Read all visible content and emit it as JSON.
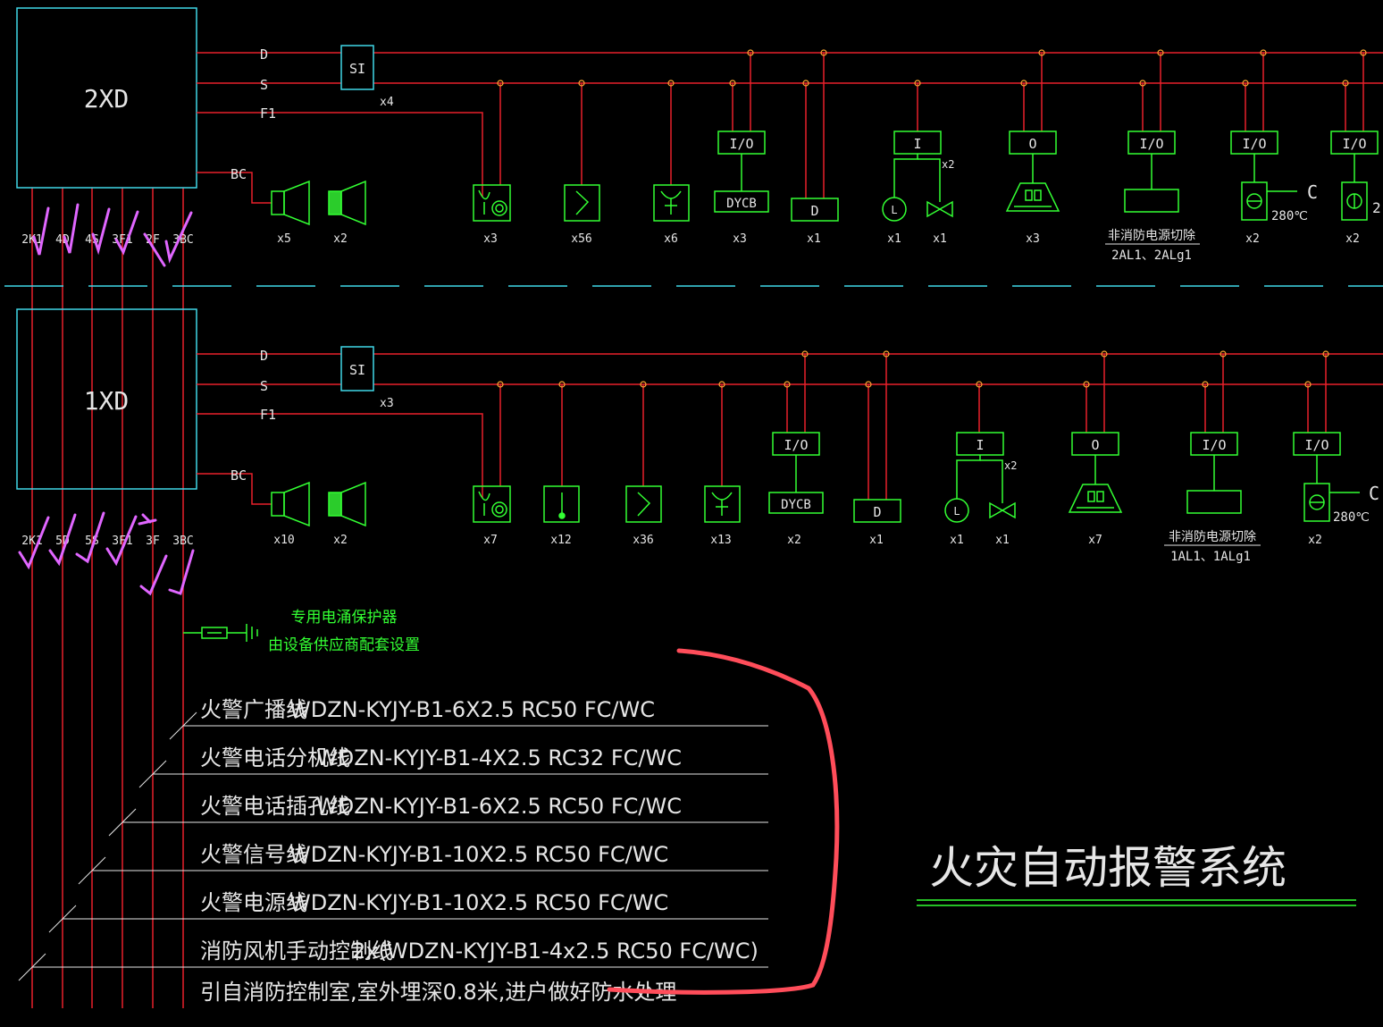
{
  "panels": [
    {
      "name": "2XD",
      "si_count": "x4",
      "bus_labels": [
        "D",
        "S",
        "F1",
        "BC"
      ],
      "speaker_counts": [
        "x5",
        "x2"
      ],
      "bottom_labels": [
        "2K1",
        "4D",
        "4S",
        "3F1",
        "2F",
        "3BC"
      ],
      "devices": [
        {
          "count": "x3"
        },
        {
          "count": "x56"
        },
        {
          "count": "x6"
        },
        {
          "module": "I/O",
          "box": "DYCB",
          "count": "x3"
        },
        {
          "box": "D",
          "count": "x1"
        },
        {
          "module": "I",
          "count_a": "x1",
          "count_b": "x1",
          "branch": "x2"
        },
        {
          "module": "O",
          "count": "x3"
        },
        {
          "module": "I/O",
          "note_line1": "非消防电源切除",
          "note_line2": "2AL1、2ALg1"
        },
        {
          "module": "I/O",
          "count": "x2",
          "temp": "280℃",
          "c": "C"
        },
        {
          "module": "I/O",
          "count": "x2",
          "c": "2"
        }
      ]
    },
    {
      "name": "1XD",
      "si_count": "x3",
      "bus_labels": [
        "D",
        "S",
        "F1",
        "BC"
      ],
      "speaker_counts": [
        "x10",
        "x2"
      ],
      "bottom_labels": [
        "2K1",
        "5D",
        "5S",
        "3F1",
        "3F",
        "3BC"
      ],
      "devices": [
        {
          "count": "x7"
        },
        {
          "count": "x12"
        },
        {
          "count": "x36"
        },
        {
          "count": "x13"
        },
        {
          "module": "I/O",
          "box": "DYCB",
          "count": "x2"
        },
        {
          "box": "D",
          "count": "x1"
        },
        {
          "module": "I",
          "count_a": "x1",
          "count_b": "x1",
          "branch": "x2"
        },
        {
          "module": "O",
          "count": "x7"
        },
        {
          "module": "I/O",
          "note_line1": "非消防电源切除",
          "note_line2": "1AL1、1ALg1"
        },
        {
          "module": "I/O",
          "count": "x2",
          "temp": "280℃",
          "c": "C"
        }
      ]
    }
  ],
  "si_label": "SI",
  "protector_note": [
    "专用电涌保护器",
    "由设备供应商配套设置"
  ],
  "cables": [
    {
      "name": "火警广播线",
      "spec": "WDZN-KYJY-B1-6X2.5  RC50  FC/WC"
    },
    {
      "name": "火警电话分机线",
      "spec": "WDZN-KYJY-B1-4X2.5  RC32  FC/WC"
    },
    {
      "name": "火警电话插孔线",
      "spec": "WDZN-KYJY-B1-6X2.5  RC50  FC/WC"
    },
    {
      "name": "火警信号线",
      "spec": "WDZN-KYJY-B1-10X2.5  RC50  FC/WC"
    },
    {
      "name": "火警电源线",
      "spec": "WDZN-KYJY-B1-10X2.5  RC50  FC/WC"
    },
    {
      "name": "消防风机手动控制线",
      "spec": "2x(WDZN-KYJY-B1-4x2.5  RC50  FC/WC)"
    }
  ],
  "source_note": "引自消防控制室,室外埋深0.8米,进户做好防水处理",
  "title": "火灾自动报警系统",
  "colors": {
    "red": "#e8212b",
    "cyan": "#41d8e8",
    "green": "#33ff33",
    "white": "#e6e6e6",
    "orange": "#ffaa33",
    "magenta": "#e066ff",
    "markup": "#ff4d5a"
  }
}
